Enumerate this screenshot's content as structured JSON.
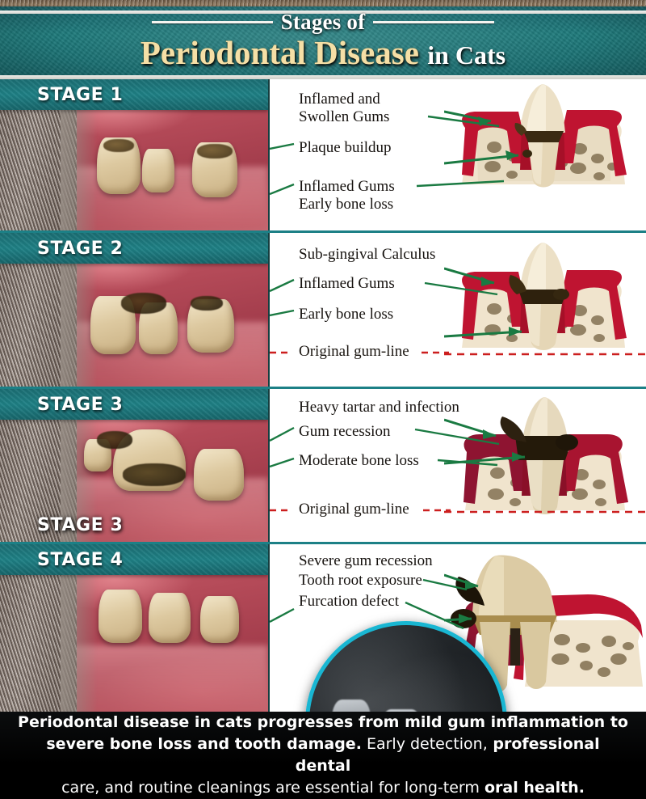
{
  "header": {
    "title_small": "Stages of",
    "title_main_gold": "Periodontal Disease",
    "title_main_white": "in Cats"
  },
  "stages": [
    {
      "bar_label": "STAGE 1",
      "extra_label": "",
      "labels": [
        "Inflamed and",
        "Swollen Gums",
        "Plaque buildup",
        "Inflamed Gums",
        "Early bone loss"
      ],
      "gumline_label": ""
    },
    {
      "bar_label": "STAGE 2",
      "extra_label": "",
      "labels": [
        "Sub-gingival Calculus",
        "Inflamed Gums",
        "Early bone loss"
      ],
      "gumline_label": "Original gum-line"
    },
    {
      "bar_label": "STAGE 3",
      "extra_label": "STAGE 3",
      "labels": [
        "Heavy tartar and infection",
        "Gum recession",
        "Moderate bone loss"
      ],
      "gumline_label": "Original gum-line"
    },
    {
      "bar_label": "STAGE 4",
      "extra_label": "",
      "labels": [
        "Severe gum recession",
        "Tooth root exposure",
        "Furcation defect"
      ],
      "gumline_label": ""
    }
  ],
  "footer": {
    "line1_bold": "Periodontal disease in cats progresses from mild gum inflammation to",
    "line2_bold": "severe bone loss and tooth damage.",
    "line2_normal": " Early detection,",
    "line2_bold2": " professional dental",
    "line3_normal": "care, and routine cleanings are essential for long-term ",
    "line3_bold": "oral health."
  },
  "colors": {
    "teal": "#1b6f74",
    "gold": "#f5dfa6",
    "green_arrow": "#1a7a42",
    "red_dashed": "#cc1f1f",
    "cyan_ring": "#19b6d2"
  },
  "icons": {
    "arrow": "green-arrow-icon",
    "dashed": "red-dashed-line-icon"
  }
}
